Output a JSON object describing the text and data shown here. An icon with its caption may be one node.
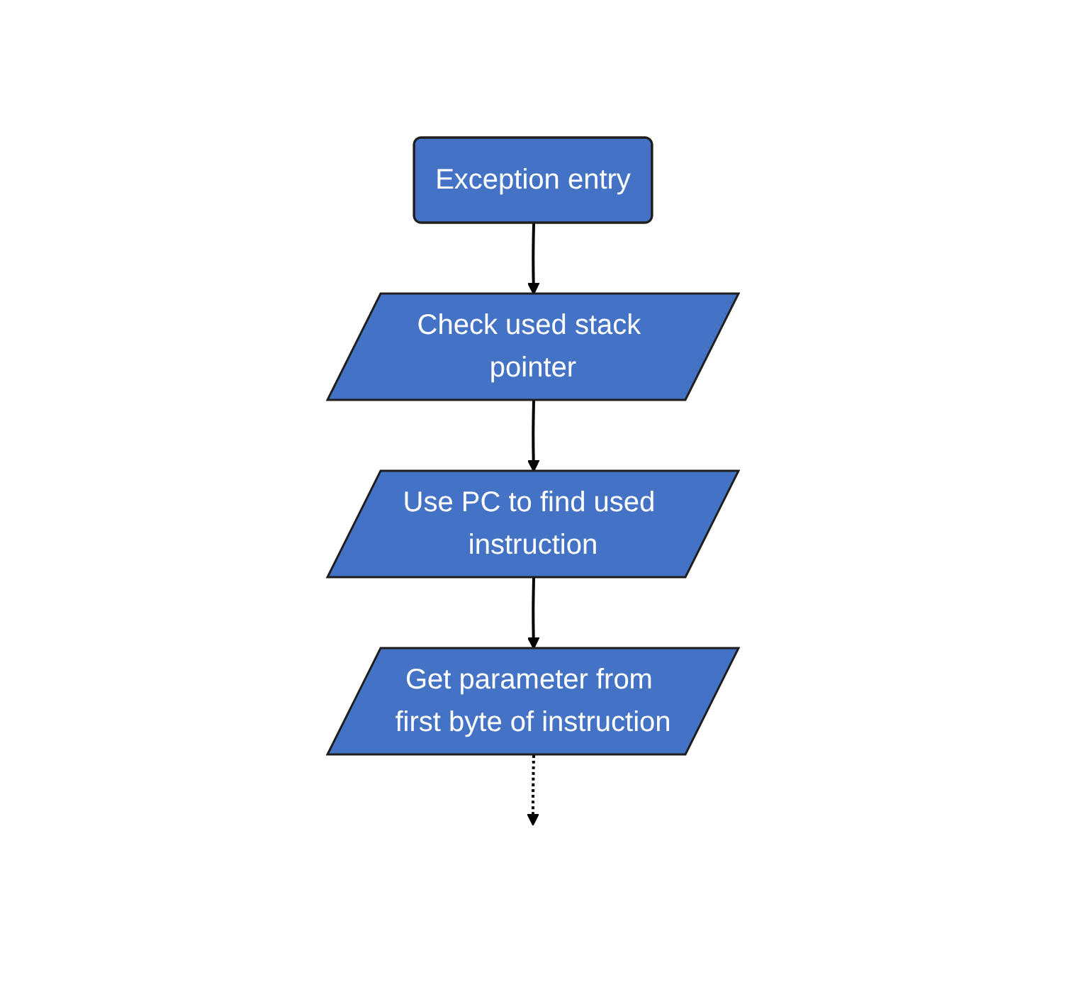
{
  "diagram": {
    "nodes": [
      {
        "text": [
          "Exception entry"
        ]
      },
      {
        "text": [
          "Check used stack pointer"
        ]
      },
      {
        "text": [
          "Use PC to find used instruction"
        ]
      },
      {
        "text": [
          "Get parameter from first byte of instruction"
        ]
      }
    ],
    "edges": [
      {
        "from": 0,
        "to": 1,
        "arrow": "to"
      },
      {
        "from": 1,
        "to": 2,
        "arrow": "to"
      },
      {
        "from": 2,
        "to": 3,
        "arrow": "to"
      },
      {
        "from": 3,
        "to": null,
        "arrow": "to",
        "style": "dashed"
      }
    ]
  }
}
